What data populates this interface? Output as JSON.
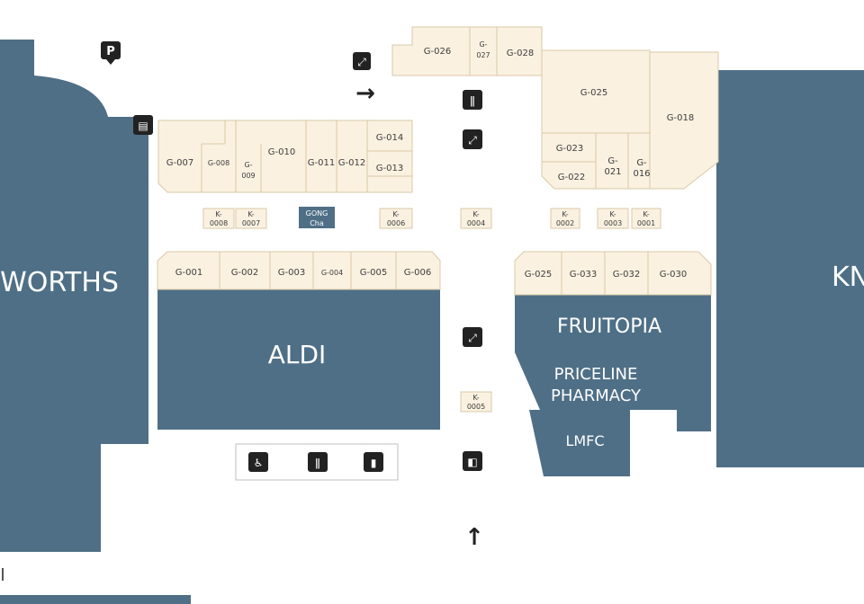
{
  "anchors": {
    "woolworths": "WORTHS",
    "aldi": "ALDI",
    "fruitopia": "FRUITOPIA",
    "priceline_1": "PRICELINE",
    "priceline_2": "PHARMACY",
    "lmfc": "LMFC",
    "kmart": "KN"
  },
  "shops": {
    "g026": "G-026",
    "g027a": "G-",
    "g027b": "027",
    "g028": "G-028",
    "g025b": "G-025",
    "g018": "G-018",
    "g023": "G-023",
    "g022": "G-022",
    "g021a": "G-",
    "g021b": "021",
    "g016a": "G-",
    "g016b": "016",
    "g007": "G-007",
    "g008": "G-008",
    "g009a": "G-",
    "g009b": "009",
    "g010": "G-010",
    "g011": "G-011",
    "g012": "G-012",
    "g014": "G-014",
    "g013": "G-013",
    "g001": "G-001",
    "g002": "G-002",
    "g003": "G-003",
    "g004": "G-004",
    "g005": "G-005",
    "g006": "G-006",
    "g025": "G-025",
    "g033": "G-033",
    "g032": "G-032",
    "g030": "G-030"
  },
  "kiosks": {
    "k008a": "K-",
    "k008b": "0008",
    "k007a": "K-",
    "k007b": "0007",
    "k006a": "K-",
    "k006b": "0006",
    "k004a": "K-",
    "k004b": "0004",
    "k002a": "K-",
    "k002b": "0002",
    "k003a": "K-",
    "k003b": "0003",
    "k001a": "K-",
    "k001b": "0001",
    "k005a": "K-",
    "k005b": "0005"
  },
  "gong_cha": {
    "line1": "GONG",
    "line2": "Cha"
  },
  "icons": {
    "parking": "P",
    "atm_glyph": "▤",
    "escalator_glyph": "⤢",
    "cutlery_glyph": "ǁ",
    "lift_glyph": "◧",
    "arrow_right": "→",
    "arrow_up": "↑",
    "toilet_glyph": "♿",
    "phone_glyph": "▮"
  },
  "colors": {
    "anchor": "#4e6f86",
    "shop_fill": "#faf1e1",
    "shop_stroke": "#d9c9a8"
  }
}
